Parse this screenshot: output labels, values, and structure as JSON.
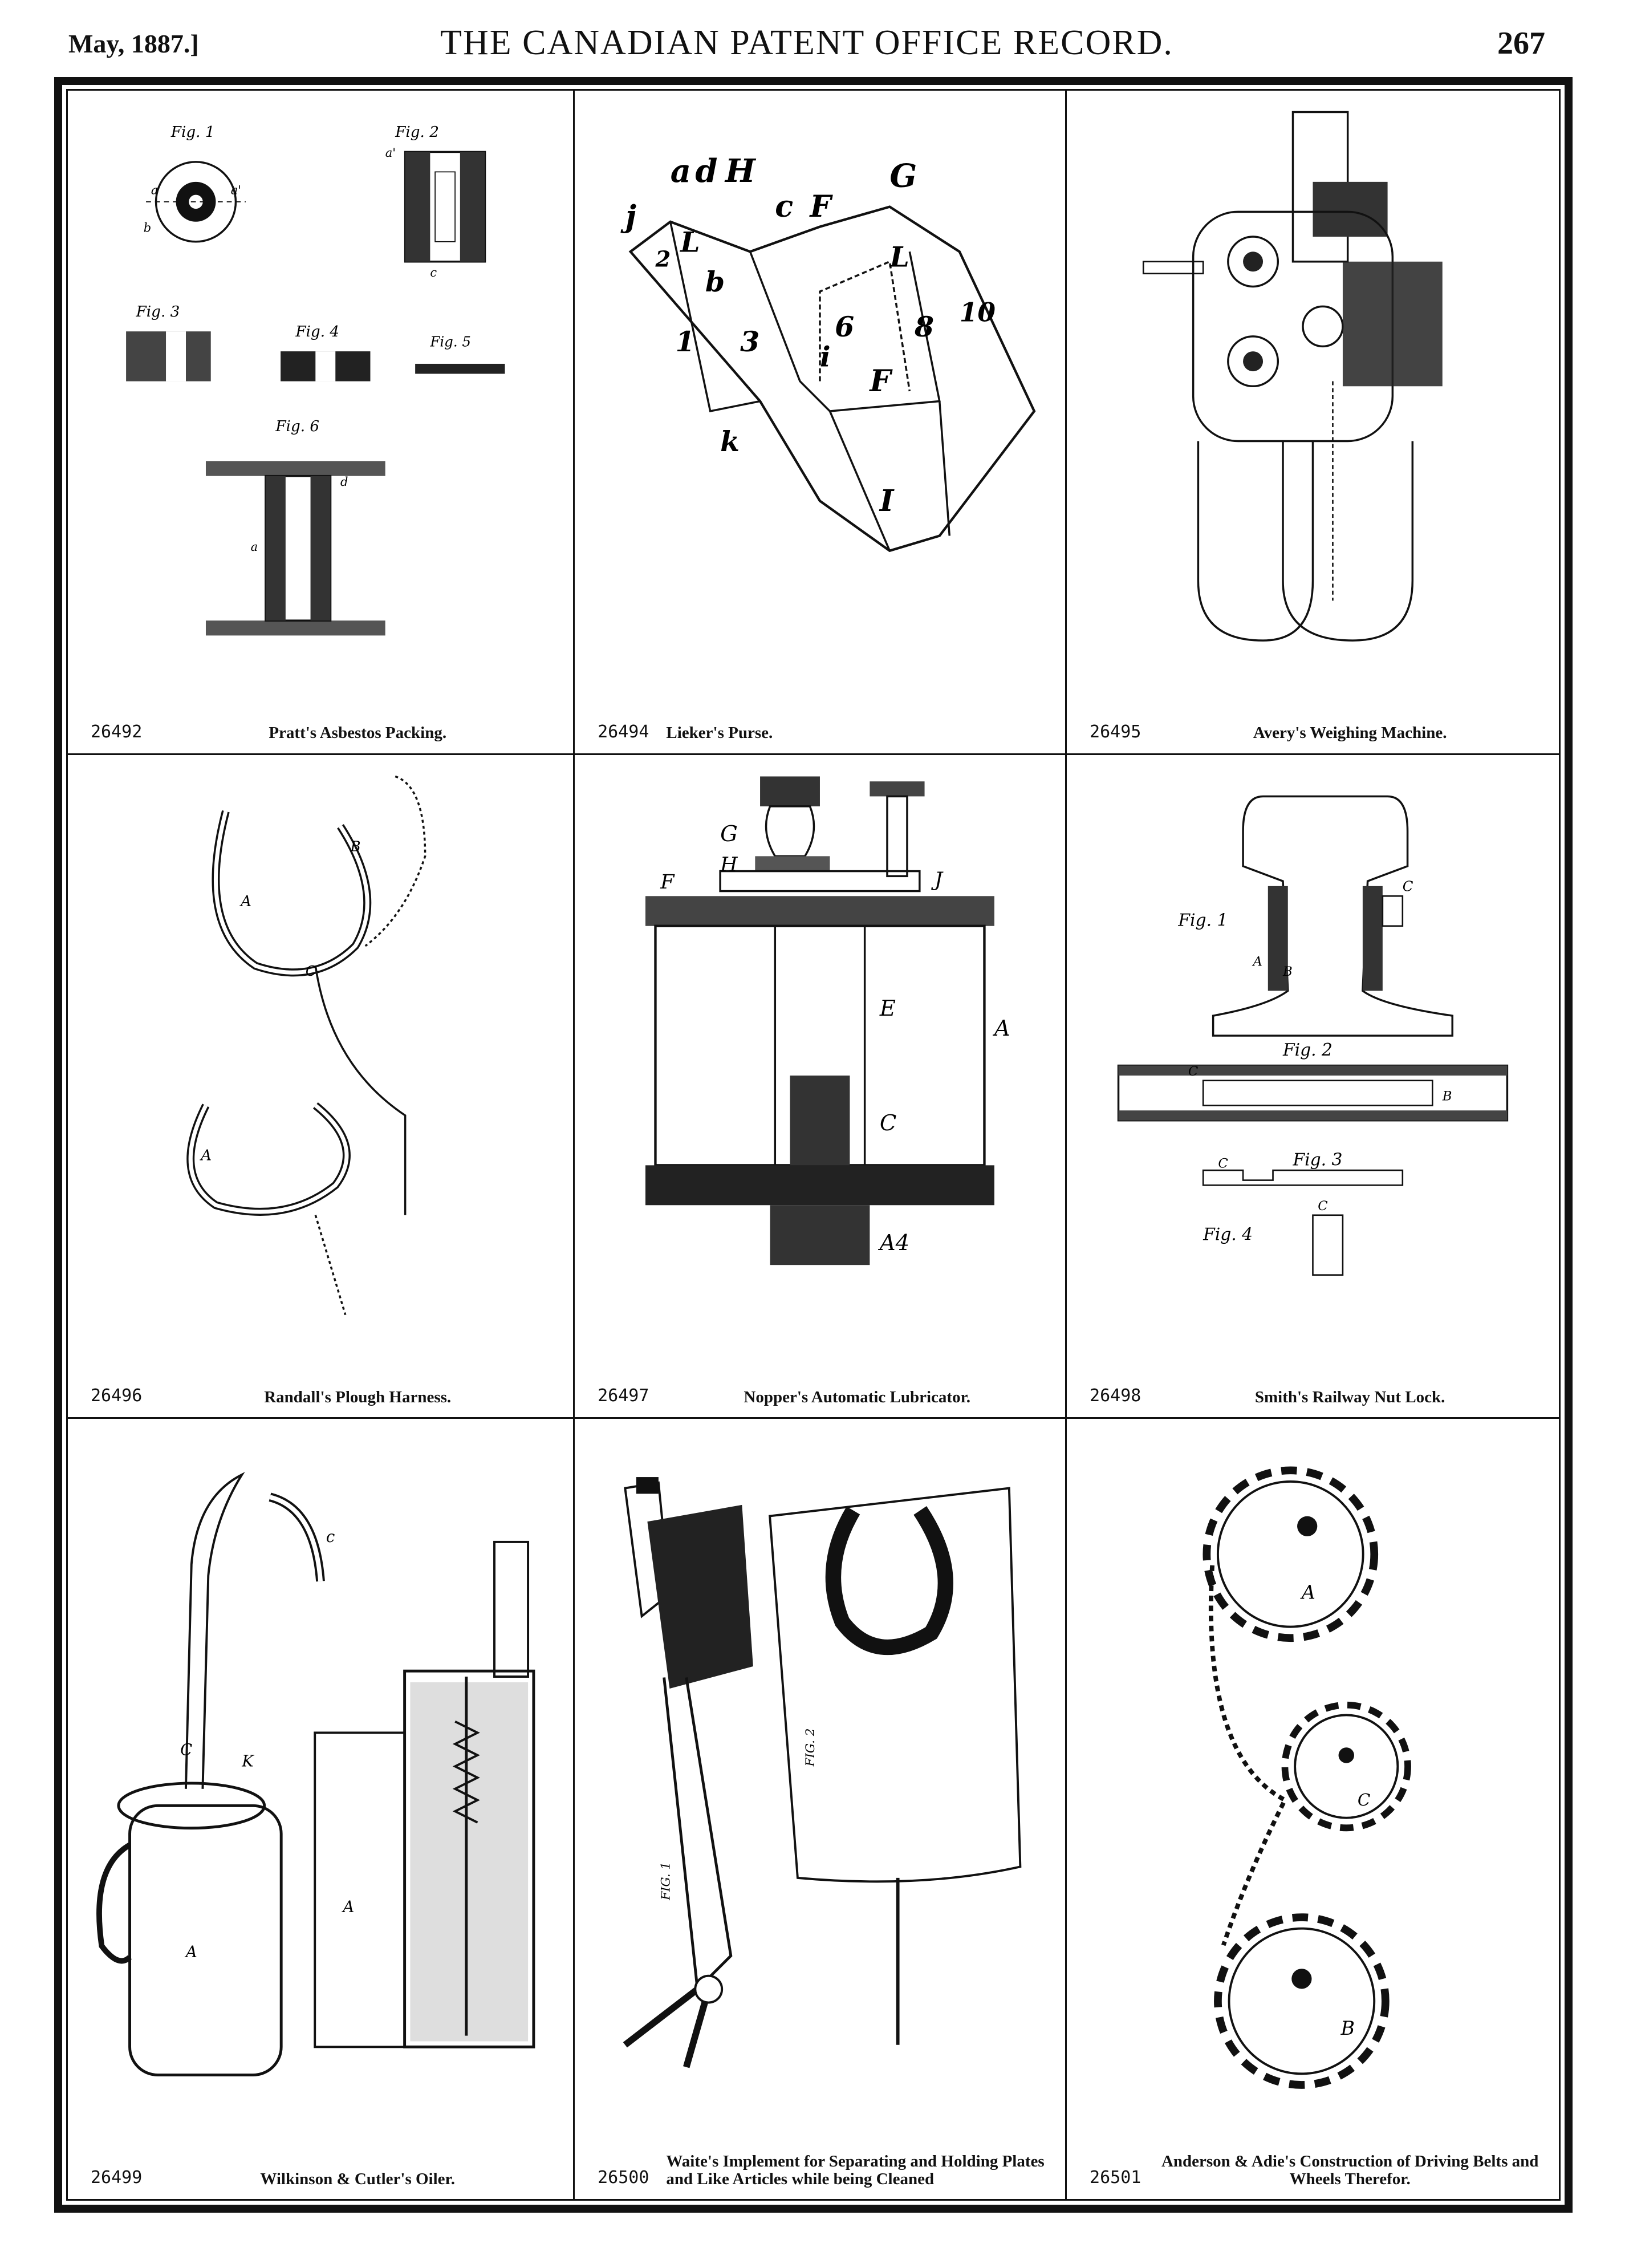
{
  "header": {
    "date": "May, 1887.]",
    "title": "THE CANADIAN PATENT OFFICE RECORD.",
    "page_number": "267"
  },
  "patents": [
    {
      "number": "26492",
      "title": "Pratt's Asbestos Packing.",
      "labels": [
        "Fig. 1",
        "Fig. 2",
        "Fig. 3",
        "Fig. 4",
        "Fig. 5",
        "Fig. 6",
        "a",
        "a'",
        "b",
        "c",
        "d"
      ]
    },
    {
      "number": "26494",
      "title": "Lieker's Purse.",
      "labels": [
        "a",
        "d",
        "H",
        "G",
        "j",
        "c",
        "F",
        "L",
        "2",
        "b",
        "1",
        "3",
        "6",
        "8",
        "10",
        "i",
        "F",
        "k",
        "I"
      ]
    },
    {
      "number": "26495",
      "title": "Avery's Weighing Machine.",
      "labels": []
    },
    {
      "number": "26496",
      "title": "Randall's Plough Harness.",
      "labels": [
        "A",
        "B",
        "C",
        "A"
      ]
    },
    {
      "number": "26497",
      "title": "Nopper's Automatic Lubricator.",
      "labels": [
        "G",
        "H",
        "F",
        "J",
        "E",
        "A",
        "C",
        "A4"
      ]
    },
    {
      "number": "26498",
      "title": "Smith's Railway Nut Lock.",
      "labels": [
        "Fig. 1",
        "Fig. 2",
        "Fig. 3",
        "Fig. 4",
        "C",
        "B",
        "A"
      ]
    },
    {
      "number": "26499",
      "title": "Wilkinson & Cutler's Oiler.",
      "labels": [
        "C",
        "A",
        "K",
        "A",
        "c"
      ]
    },
    {
      "number": "26500",
      "title": "Waite's Implement for Separating and Holding Plates and Like Articles while being Cleaned",
      "labels": [
        "FIG. 1",
        "FIG. 2"
      ]
    },
    {
      "number": "26501",
      "title": "Anderson & Adie's Construction of Driving Belts and Wheels Therefor.",
      "labels": [
        "A",
        "C",
        "B"
      ]
    }
  ]
}
